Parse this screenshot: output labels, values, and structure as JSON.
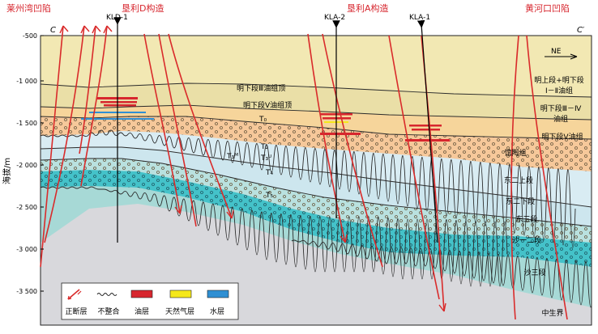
{
  "top_labels": {
    "left_depression": "莱州湾凹陷",
    "structure_d": "垦利D构造",
    "structure_a": "垦利A构造",
    "right_depression": "黄河口凹陷"
  },
  "section_ends": {
    "left": "C",
    "right": "C′"
  },
  "wells": [
    "KLD-1",
    "KLA-2",
    "KLA-1"
  ],
  "y_axis": {
    "title": "海拔/m",
    "ticks": [
      "-500",
      "-1 000",
      "-1 500",
      "-2 000",
      "-2 500",
      "-3 000",
      "-3 500"
    ]
  },
  "north_arrow": "NE",
  "interval_labels": {
    "minghuazhen_iii_top": "明下段Ⅲ油组顶",
    "minghuazhen_v_top": "明下段Ⅴ油组顶",
    "t0": "T₀",
    "t2": "T₂",
    "t3m": "T₃ᴹ",
    "t3u": "T₃ᵁ",
    "t4": "T₄",
    "t5": "T₅"
  },
  "formation_labels": {
    "upper_minghua": "明上段+明下段",
    "upper_minghua_sub": "Ⅰ－Ⅱ油组",
    "lower_minghua_iii_iv": "明下段Ⅲ－Ⅳ",
    "lower_minghua_iii_iv_sub": "油组",
    "lower_minghua_v": "明下段Ⅴ油组",
    "guantao": "馆陶组",
    "dong2_upper": "东二上段",
    "dong2_lower": "东二下段",
    "dong3": "东三段",
    "sha1_2": "沙一二段",
    "sha3": "沙三段",
    "mesozoic": "中生界"
  },
  "legend": [
    {
      "label": "正断层",
      "icon": "normal-fault"
    },
    {
      "label": "不整合",
      "icon": "unconformity"
    },
    {
      "label": "油层",
      "icon": "oil-layer",
      "color": "#d7262e"
    },
    {
      "label": "天然气层",
      "icon": "gas-layer",
      "color": "#f5e81a"
    },
    {
      "label": "水层",
      "icon": "water-layer",
      "color": "#2f8fd3"
    }
  ],
  "colors": {
    "fault": "#d92b2b",
    "label_red": "#d7262e",
    "minghua_top": "#f2e8b3",
    "minghua_mid": "#eadfa7",
    "minghua_v": "#f6d59b",
    "guantao": "#f6c89a",
    "dong2_upper": "#d9ecf3",
    "dong2_lower": "#cde6ee",
    "dong3": "#b9e1df",
    "sha1_2": "#44c2c9",
    "sha3": "#a7d9d6",
    "mesozoic": "#d8d8dc"
  }
}
